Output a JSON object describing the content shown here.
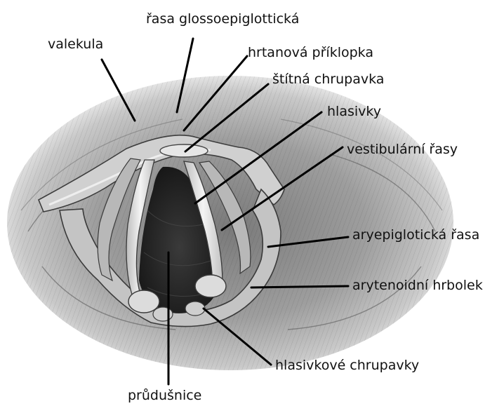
{
  "labels": {
    "rasa_glossoepiglotticka": "řasa glossoepiglottická",
    "valekula": "valekula",
    "hrtanova_priklopka": "hrtanová příklopka",
    "stitna_chrupavka": "štítná chrupavka",
    "hlasivky": "hlasivky",
    "vestibularni_rasy": "vestibulární řasy",
    "aryepigloticka_rasa": "aryepiglotická řasa",
    "arytenoidni_hrbolek": "arytenoidní hrbolek",
    "hlasivkove_chrupavky": "hlasivkové chrupavky",
    "prudusnice": "průdušnice"
  },
  "colors": {
    "ink": "#111111",
    "tissue_light": "#d9d9d9",
    "tissue_mid": "#9a9a9a",
    "tissue_dark": "#5a5a5a",
    "airway": "#262626",
    "cord": "#ededed"
  }
}
